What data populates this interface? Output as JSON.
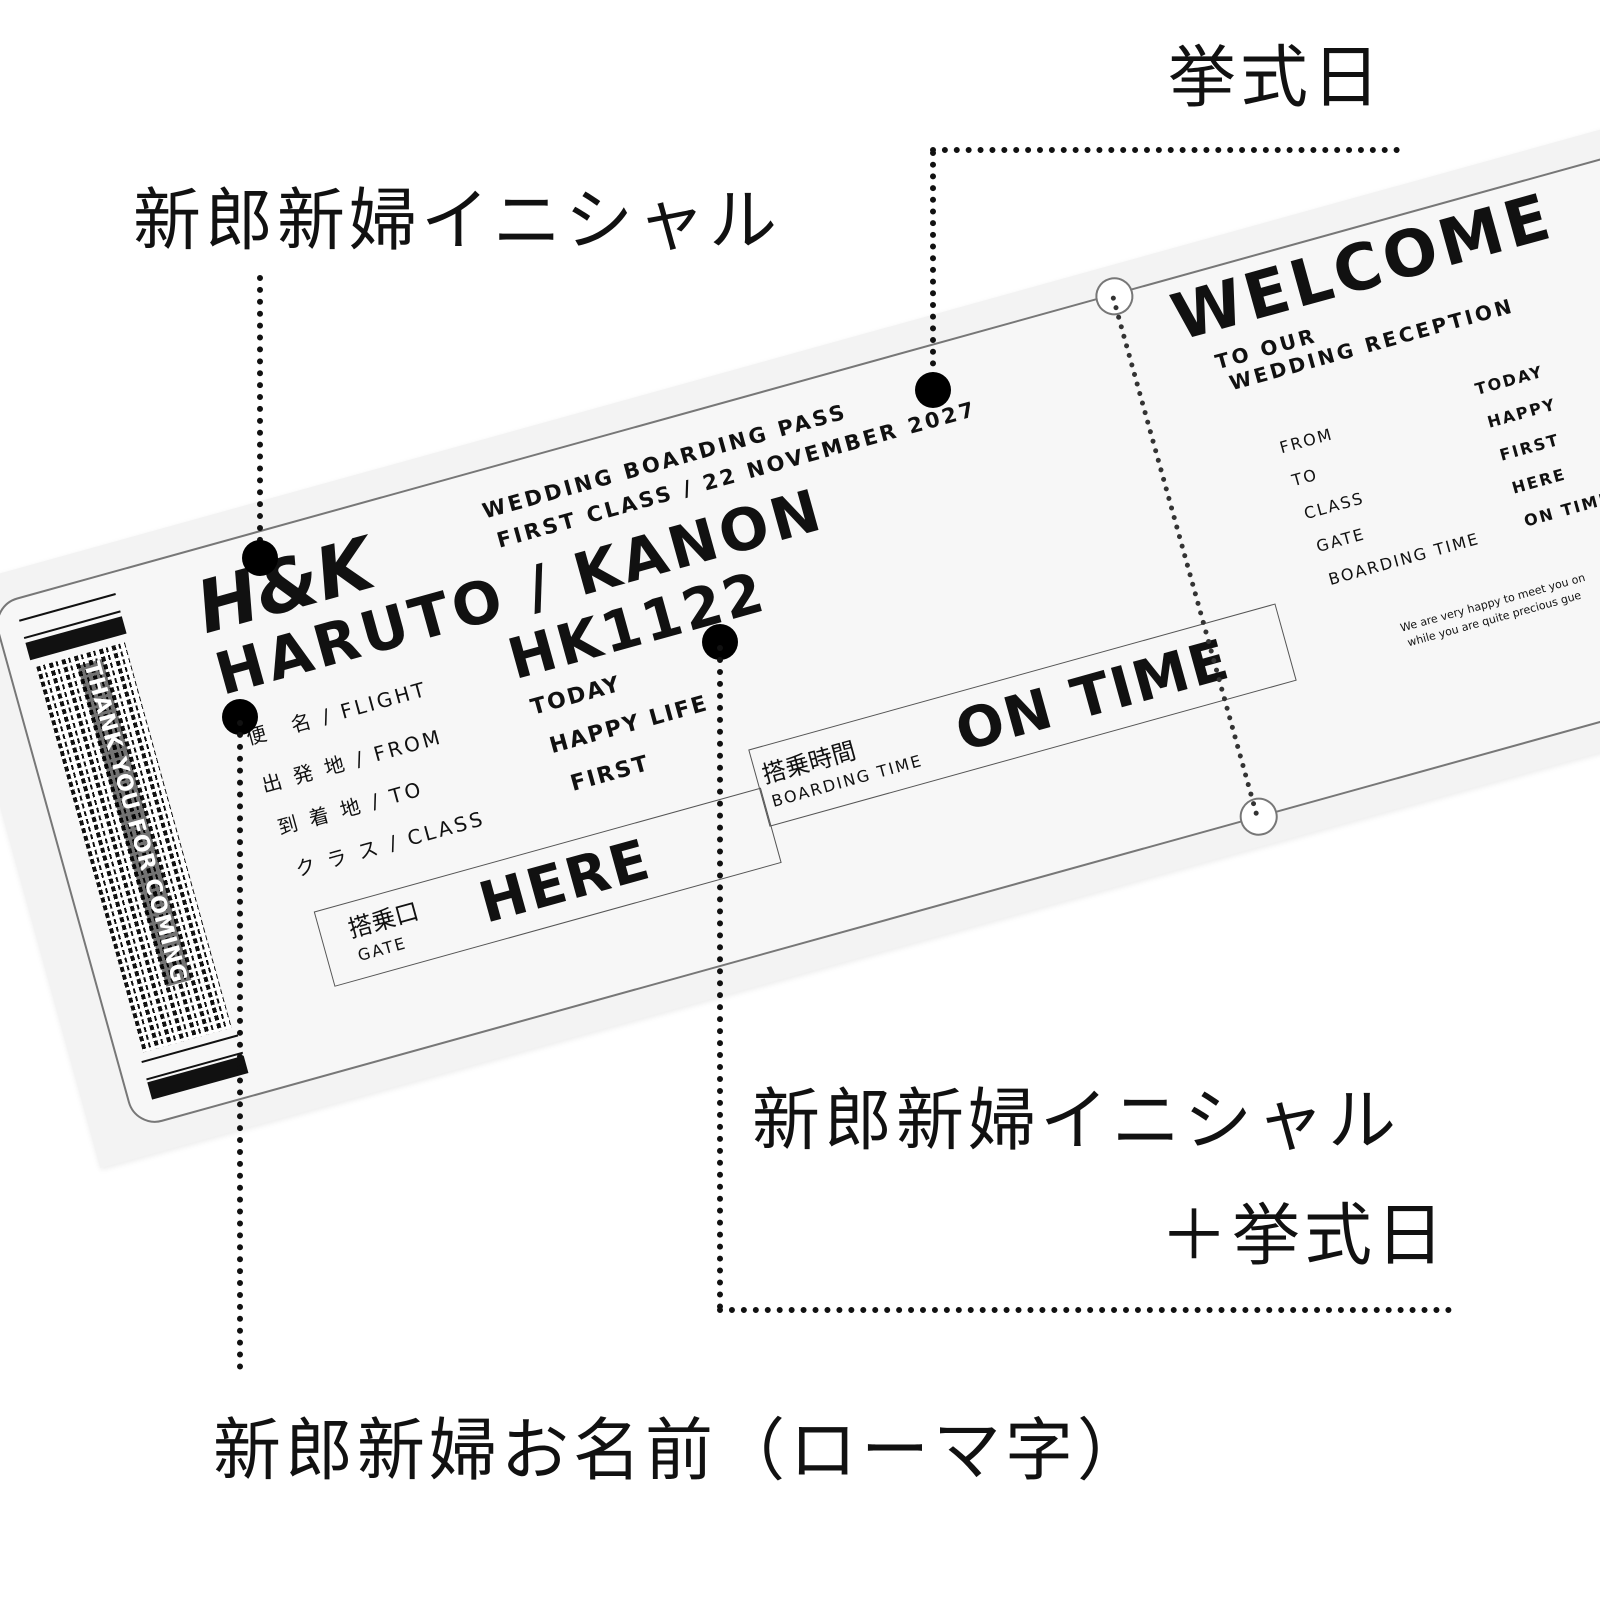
{
  "callouts": {
    "date": "挙式日",
    "initials": "新郎新婦イニシャル",
    "initials_date_line1": "新郎新婦イニシャル",
    "initials_date_line2": "＋挙式日",
    "names": "新郎新婦お名前（ローマ字）"
  },
  "ticket": {
    "barcode_text": "THANK YOU FOR COMING",
    "initials": "H&K",
    "names": "HARUTO / KANON",
    "header_line1": "WEDDING BOARDING PASS",
    "header_line2": "FIRST CLASS / 22 NOVEMBER 2027",
    "flight_number": "HK1122",
    "rows": [
      {
        "label": "便　名 / FLIGHT",
        "value": ""
      },
      {
        "label": "出 発 地 / FROM",
        "value": "TODAY"
      },
      {
        "label": "到 着 地 / TO",
        "value": "HAPPY LIFE"
      },
      {
        "label": "ク ラ ス / CLASS",
        "value": "FIRST"
      }
    ],
    "gate_label_jp": "搭乗口",
    "gate_label_en": "GATE",
    "gate_value": "HERE",
    "boarding_label_jp": "搭乗時間",
    "boarding_label_en": "BOARDING TIME",
    "boarding_value": "ON TIME"
  },
  "stub": {
    "title": "WELCOME",
    "subtitle1": "TO OUR",
    "subtitle2": "WEDDING RECEPTION",
    "labels": [
      "FROM",
      "TO",
      "CLASS",
      "GATE",
      "BOARDING TIME"
    ],
    "values": [
      "TODAY",
      "HAPPY",
      "FIRST",
      "HERE",
      "ON TIME"
    ],
    "message1": "We are very happy to meet you on",
    "message2": "while you are quite precious gue"
  }
}
